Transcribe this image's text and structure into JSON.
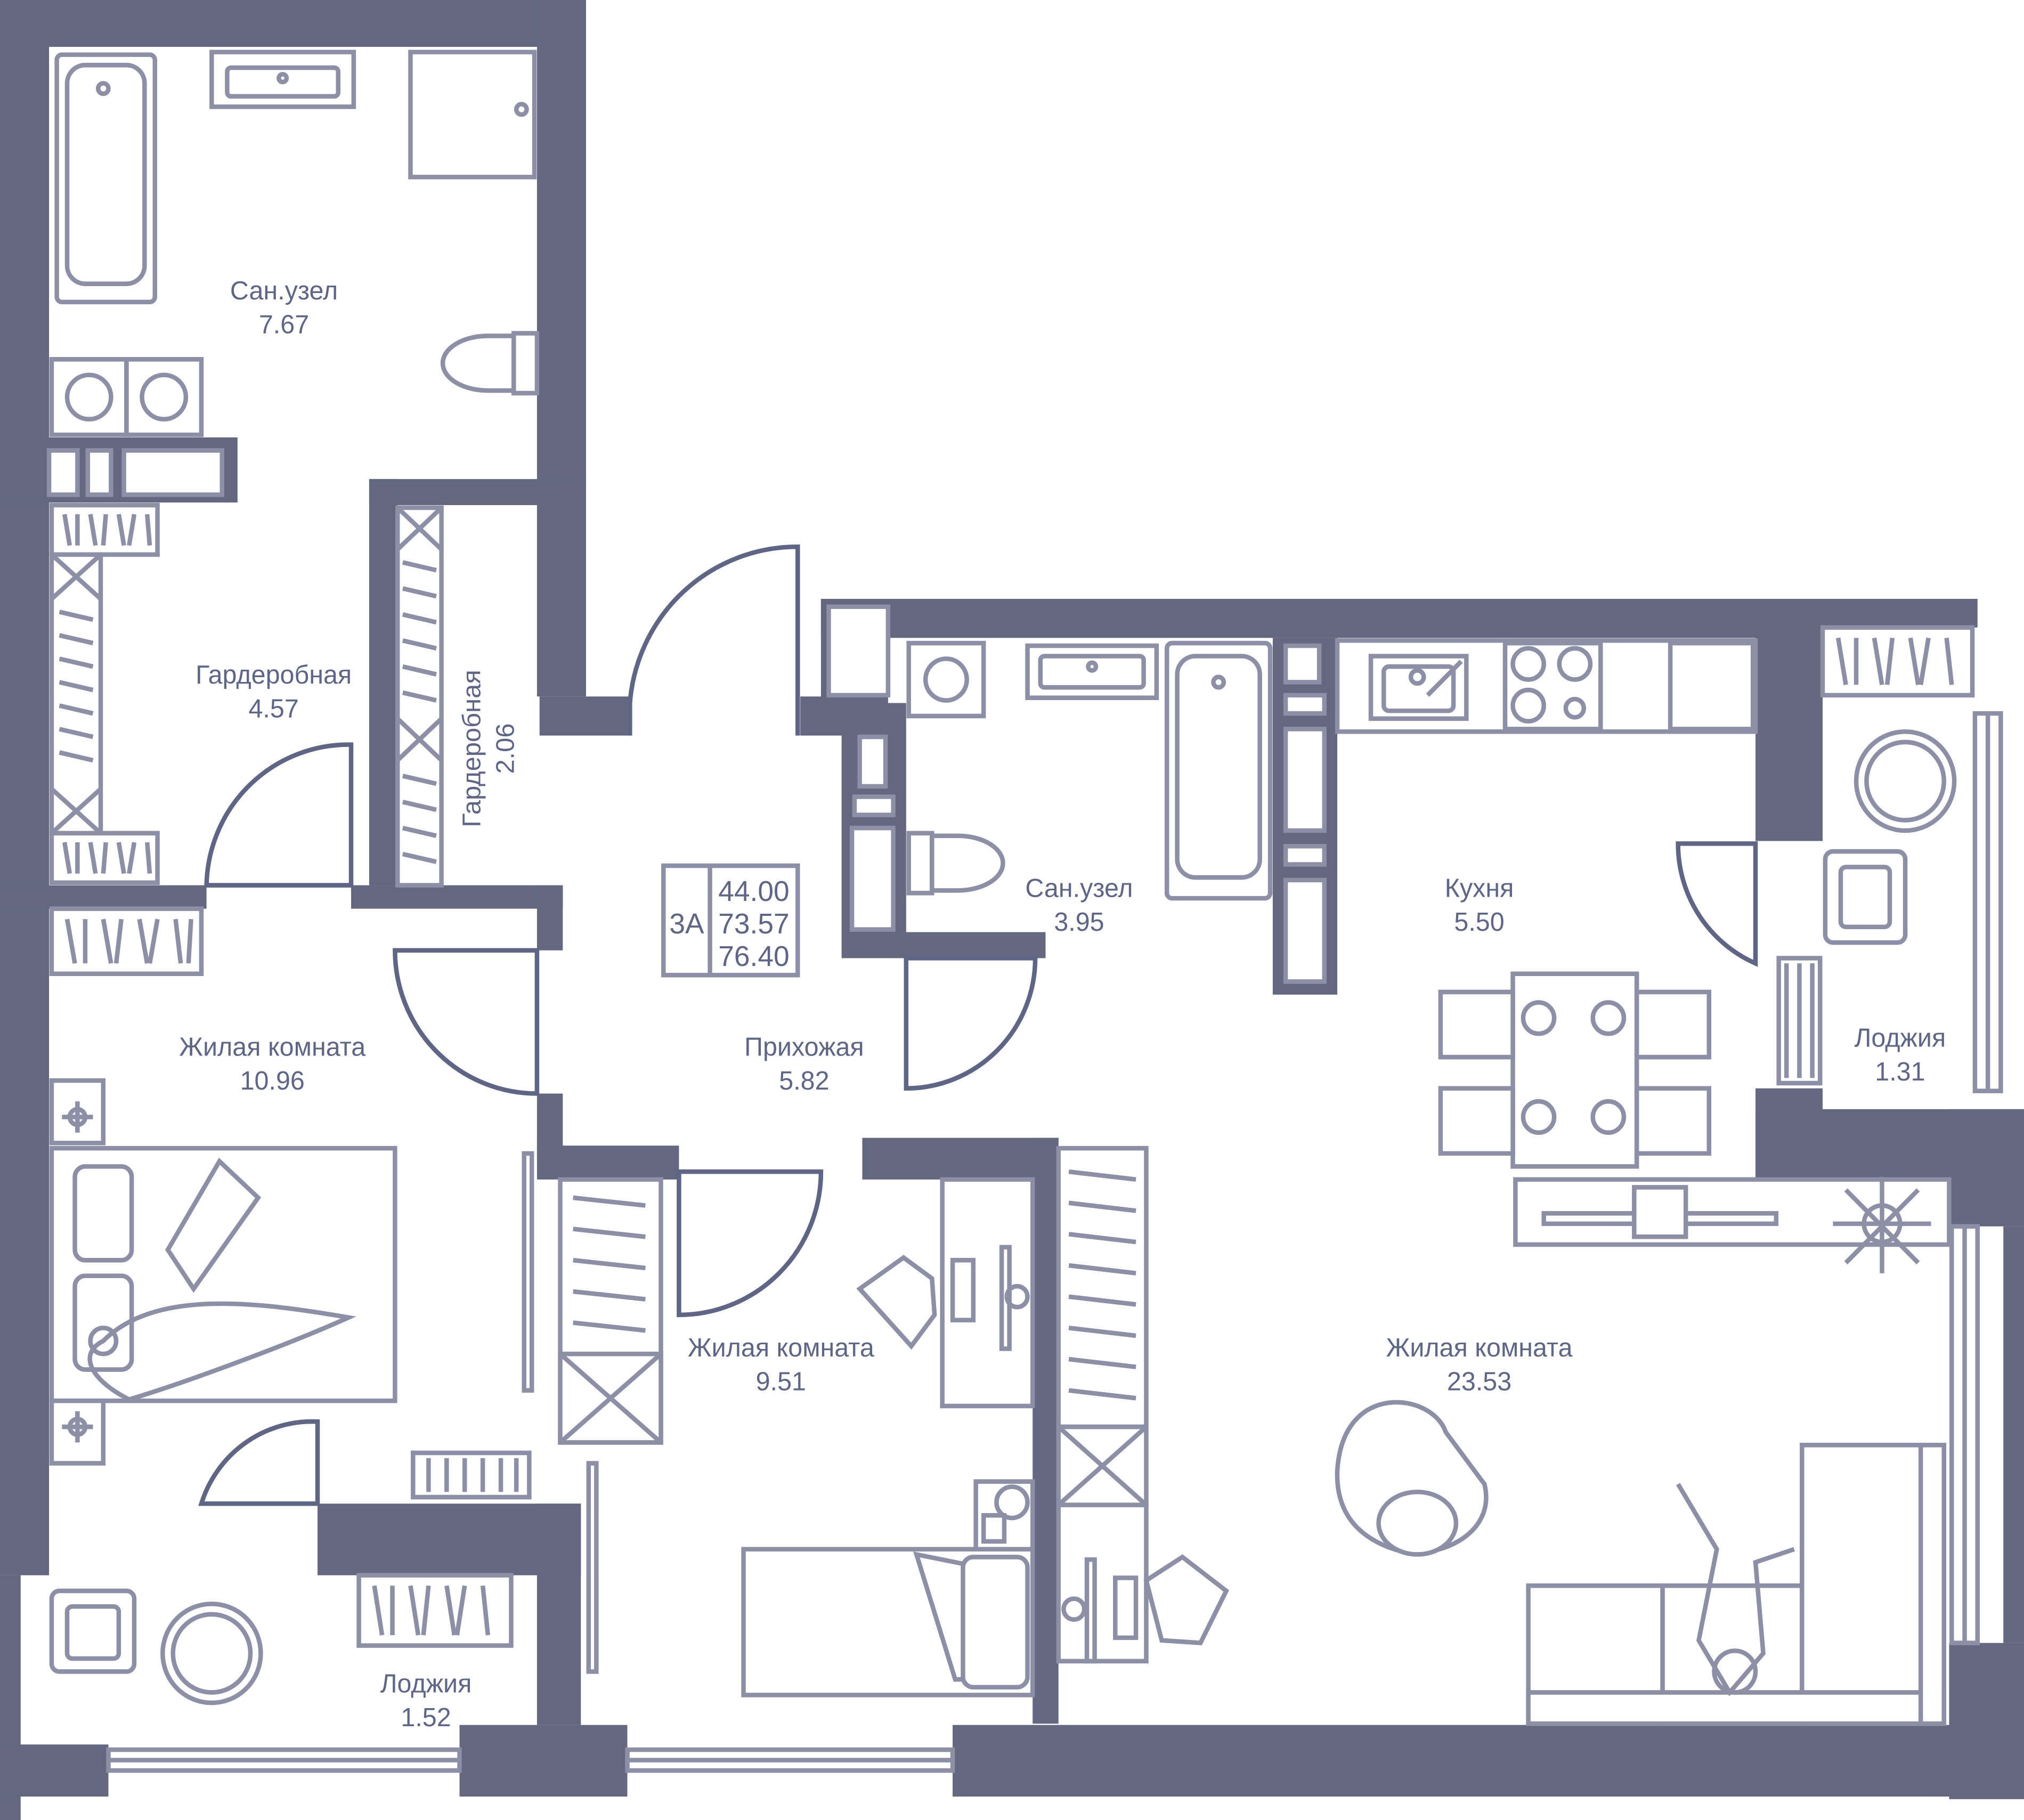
{
  "plan": {
    "wall_color": "#636780",
    "line_color": "#8c8fa6",
    "text_color": "#5f6585",
    "apartment_code": "3A",
    "area_living": "44.00",
    "area_total_no_loggia": "73.57",
    "area_total": "76.40"
  },
  "rooms": [
    {
      "name": "Сан.узел",
      "area": "7.67"
    },
    {
      "name": "Гардеробная",
      "area": "4.57"
    },
    {
      "name": "Гардеробная",
      "area": "2.06"
    },
    {
      "name": "Жилая комната",
      "area": "10.96"
    },
    {
      "name": "Лоджия",
      "area": "1.52"
    },
    {
      "name": "Прихожая",
      "area": "5.82"
    },
    {
      "name": "Сан.узел",
      "area": "3.95"
    },
    {
      "name": "Кухня",
      "area": "5.50"
    },
    {
      "name": "Лоджия",
      "area": "1.31"
    },
    {
      "name": "Жилая комната",
      "area": "9.51"
    },
    {
      "name": "Жилая комната",
      "area": "23.53"
    }
  ],
  "icons": [
    "bathtub-icon",
    "sink-icon",
    "toilet-icon",
    "washing-machine-icon",
    "shower-icon",
    "stove-icon",
    "dining-table-icon",
    "bed-icon",
    "sofa-icon",
    "armchair-icon",
    "desk-icon",
    "wardrobe-icon",
    "door-swing-icon",
    "window-icon",
    "plant-icon",
    "tv-icon"
  ]
}
